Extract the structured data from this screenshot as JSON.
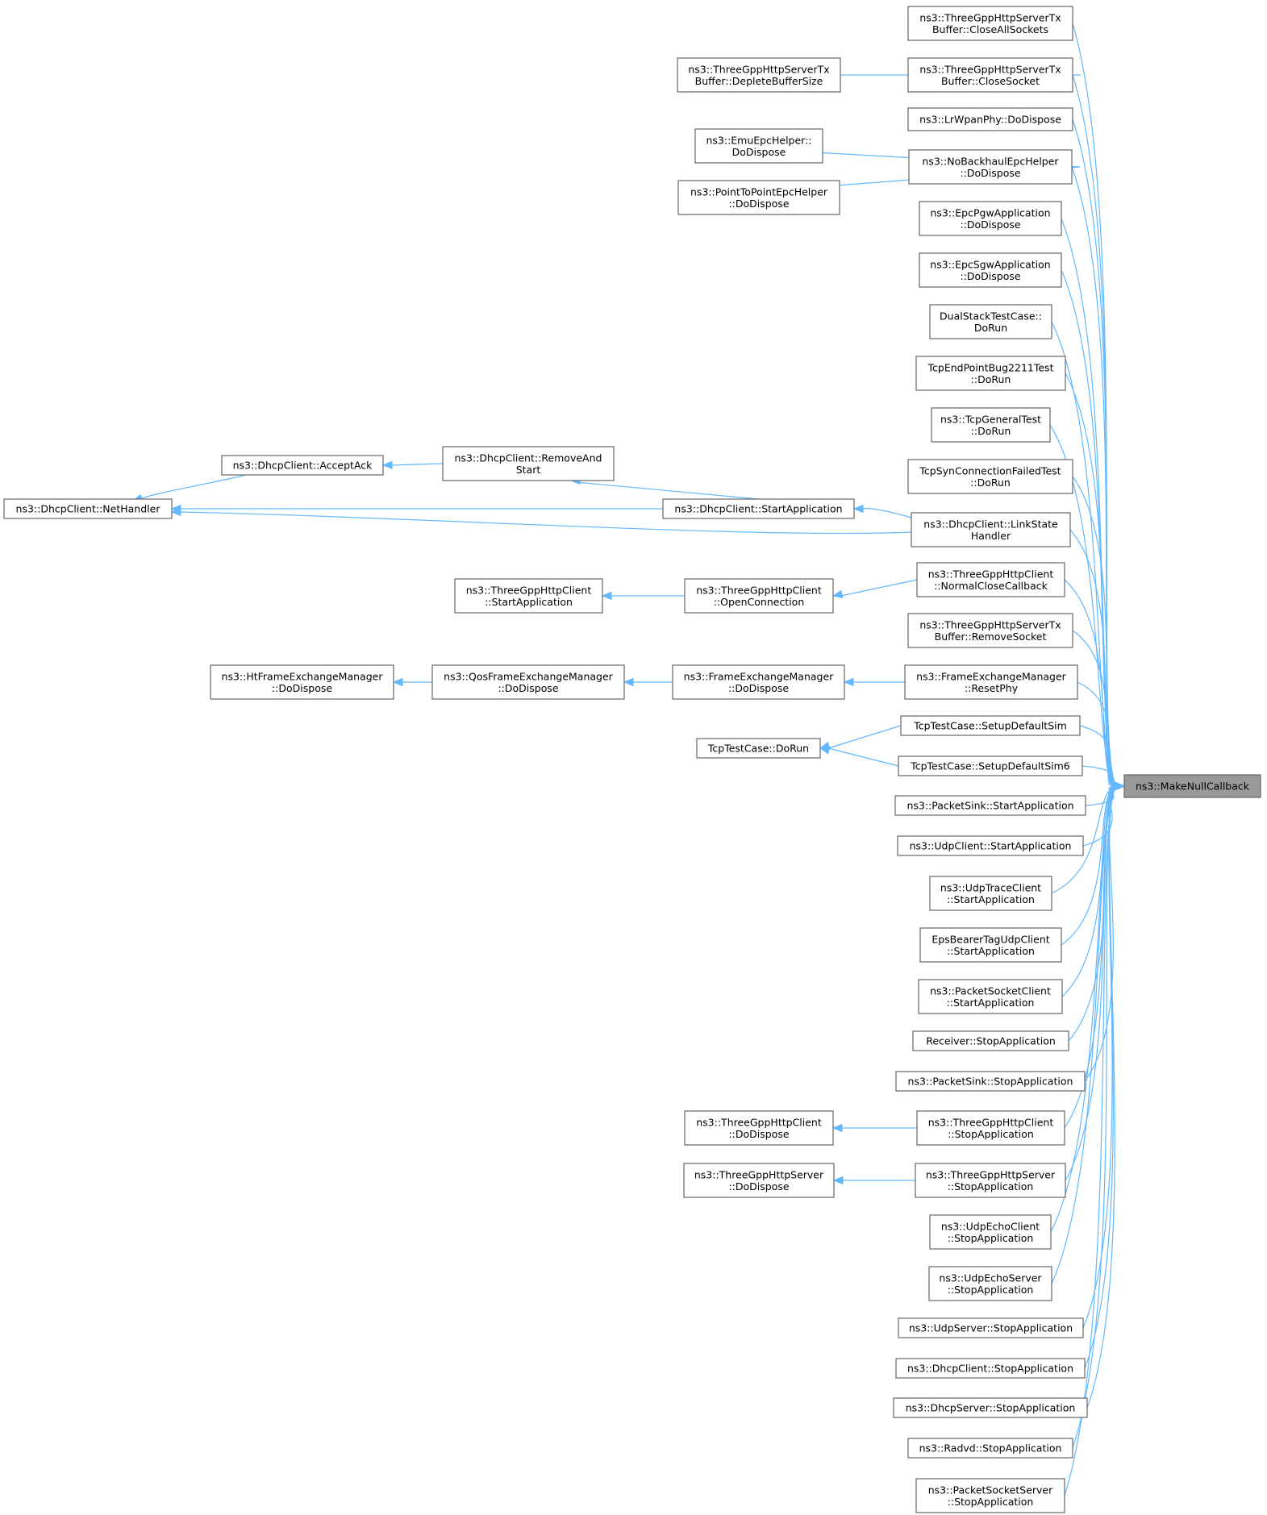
{
  "graph": {
    "root": "MakeNullCallback",
    "nodes": [
      {
        "id": "MakeNullCallback",
        "lines": [
          "ns3::MakeNullCallback"
        ],
        "root": true
      },
      {
        "id": "CloseAllSockets",
        "lines": [
          "ns3::ThreeGppHttpServerTx",
          "Buffer::CloseAllSockets"
        ]
      },
      {
        "id": "CloseSocket",
        "lines": [
          "ns3::ThreeGppHttpServerTx",
          "Buffer::CloseSocket"
        ]
      },
      {
        "id": "DepleteBufferSize",
        "lines": [
          "ns3::ThreeGppHttpServerTx",
          "Buffer::DepleteBufferSize"
        ]
      },
      {
        "id": "LrWpanPhyDoDispose",
        "lines": [
          "ns3::LrWpanPhy::DoDispose"
        ]
      },
      {
        "id": "EmuEpcHelperDoDispose",
        "lines": [
          "ns3::EmuEpcHelper::",
          "DoDispose"
        ]
      },
      {
        "id": "NoBackhaulDoDispose",
        "lines": [
          "ns3::NoBackhaulEpcHelper",
          "::DoDispose"
        ]
      },
      {
        "id": "P2PEpcDoDispose",
        "lines": [
          "ns3::PointToPointEpcHelper",
          "::DoDispose"
        ]
      },
      {
        "id": "EpcPgwDoDispose",
        "lines": [
          "ns3::EpcPgwApplication",
          "::DoDispose"
        ]
      },
      {
        "id": "EpcSgwDoDispose",
        "lines": [
          "ns3::EpcSgwApplication",
          "::DoDispose"
        ]
      },
      {
        "id": "DualStackDoRun",
        "lines": [
          "DualStackTestCase::",
          "DoRun"
        ]
      },
      {
        "id": "TcpEndPointDoRun",
        "lines": [
          "TcpEndPointBug2211Test",
          "::DoRun"
        ]
      },
      {
        "id": "TcpGeneralDoRun",
        "lines": [
          "ns3::TcpGeneralTest",
          "::DoRun"
        ]
      },
      {
        "id": "TcpSynDoRun",
        "lines": [
          "TcpSynConnectionFailedTest",
          "::DoRun"
        ]
      },
      {
        "id": "DhcpAcceptAck",
        "lines": [
          "ns3::DhcpClient::AcceptAck"
        ]
      },
      {
        "id": "DhcpRemoveAndStart",
        "lines": [
          "ns3::DhcpClient::RemoveAnd",
          "Start"
        ]
      },
      {
        "id": "DhcpNetHandler",
        "lines": [
          "ns3::DhcpClient::NetHandler"
        ]
      },
      {
        "id": "DhcpStartApp",
        "lines": [
          "ns3::DhcpClient::StartApplication"
        ]
      },
      {
        "id": "DhcpLinkState",
        "lines": [
          "ns3::DhcpClient::LinkState",
          "Handler"
        ]
      },
      {
        "id": "HttpClientStartApp",
        "lines": [
          "ns3::ThreeGppHttpClient",
          "::StartApplication"
        ]
      },
      {
        "id": "HttpClientOpenConn",
        "lines": [
          "ns3::ThreeGppHttpClient",
          "::OpenConnection"
        ]
      },
      {
        "id": "HttpClientNormalClose",
        "lines": [
          "ns3::ThreeGppHttpClient",
          "::NormalCloseCallback"
        ]
      },
      {
        "id": "RemoveSocket",
        "lines": [
          "ns3::ThreeGppHttpServerTx",
          "Buffer::RemoveSocket"
        ]
      },
      {
        "id": "HtFemDoDispose",
        "lines": [
          "ns3::HtFrameExchangeManager",
          "::DoDispose"
        ]
      },
      {
        "id": "QosFemDoDispose",
        "lines": [
          "ns3::QosFrameExchangeManager",
          "::DoDispose"
        ]
      },
      {
        "id": "FemDoDispose",
        "lines": [
          "ns3::FrameExchangeManager",
          "::DoDispose"
        ]
      },
      {
        "id": "FemResetPhy",
        "lines": [
          "ns3::FrameExchangeManager",
          "::ResetPhy"
        ]
      },
      {
        "id": "TcpSetupSim",
        "lines": [
          "TcpTestCase::SetupDefaultSim"
        ]
      },
      {
        "id": "TcpTestDoRun",
        "lines": [
          "TcpTestCase::DoRun"
        ]
      },
      {
        "id": "TcpSetupSim6",
        "lines": [
          "TcpTestCase::SetupDefaultSim6"
        ]
      },
      {
        "id": "PacketSinkStart",
        "lines": [
          "ns3::PacketSink::StartApplication"
        ]
      },
      {
        "id": "UdpClientStart",
        "lines": [
          "ns3::UdpClient::StartApplication"
        ]
      },
      {
        "id": "UdpTraceClientStart",
        "lines": [
          "ns3::UdpTraceClient",
          "::StartApplication"
        ]
      },
      {
        "id": "EpsBearerStart",
        "lines": [
          "EpsBearerTagUdpClient",
          "::StartApplication"
        ]
      },
      {
        "id": "PacketSocketClientStart",
        "lines": [
          "ns3::PacketSocketClient",
          "::StartApplication"
        ]
      },
      {
        "id": "ReceiverStop",
        "lines": [
          "Receiver::StopApplication"
        ]
      },
      {
        "id": "PacketSinkStop",
        "lines": [
          "ns3::PacketSink::StopApplication"
        ]
      },
      {
        "id": "HttpClientDoDispose",
        "lines": [
          "ns3::ThreeGppHttpClient",
          "::DoDispose"
        ]
      },
      {
        "id": "HttpClientStop",
        "lines": [
          "ns3::ThreeGppHttpClient",
          "::StopApplication"
        ]
      },
      {
        "id": "HttpServerDoDispose",
        "lines": [
          "ns3::ThreeGppHttpServer",
          "::DoDispose"
        ]
      },
      {
        "id": "HttpServerStop",
        "lines": [
          "ns3::ThreeGppHttpServer",
          "::StopApplication"
        ]
      },
      {
        "id": "UdpEchoClientStop",
        "lines": [
          "ns3::UdpEchoClient",
          "::StopApplication"
        ]
      },
      {
        "id": "UdpEchoServerStop",
        "lines": [
          "ns3::UdpEchoServer",
          "::StopApplication"
        ]
      },
      {
        "id": "UdpServerStop",
        "lines": [
          "ns3::UdpServer::StopApplication"
        ]
      },
      {
        "id": "DhcpClientStop",
        "lines": [
          "ns3::DhcpClient::StopApplication"
        ]
      },
      {
        "id": "DhcpServerStop",
        "lines": [
          "ns3::DhcpServer::StopApplication"
        ]
      },
      {
        "id": "RadvdStop",
        "lines": [
          "ns3::Radvd::StopApplication"
        ]
      },
      {
        "id": "PacketSocketServerStop",
        "lines": [
          "ns3::PacketSocketServer",
          "::StopApplication"
        ]
      }
    ],
    "edges": [
      [
        "CloseAllSockets",
        "MakeNullCallback"
      ],
      [
        "CloseSocket",
        "MakeNullCallback"
      ],
      [
        "DepleteBufferSize",
        "CloseSocket"
      ],
      [
        "LrWpanPhyDoDispose",
        "MakeNullCallback"
      ],
      [
        "NoBackhaulDoDispose",
        "MakeNullCallback"
      ],
      [
        "EmuEpcHelperDoDispose",
        "NoBackhaulDoDispose"
      ],
      [
        "P2PEpcDoDispose",
        "NoBackhaulDoDispose"
      ],
      [
        "EpcPgwDoDispose",
        "MakeNullCallback"
      ],
      [
        "EpcSgwDoDispose",
        "MakeNullCallback"
      ],
      [
        "DualStackDoRun",
        "MakeNullCallback"
      ],
      [
        "TcpEndPointDoRun",
        "MakeNullCallback"
      ],
      [
        "TcpGeneralDoRun",
        "MakeNullCallback"
      ],
      [
        "TcpSynDoRun",
        "MakeNullCallback"
      ],
      [
        "DhcpLinkState",
        "MakeNullCallback"
      ],
      [
        "DhcpLinkState",
        "DhcpStartApp"
      ],
      [
        "DhcpLinkState",
        "DhcpNetHandler"
      ],
      [
        "DhcpStartApp",
        "DhcpNetHandler"
      ],
      [
        "DhcpStartApp",
        "DhcpRemoveAndStart"
      ],
      [
        "DhcpRemoveAndStart",
        "DhcpAcceptAck"
      ],
      [
        "DhcpAcceptAck",
        "DhcpNetHandler"
      ],
      [
        "HttpClientNormalClose",
        "MakeNullCallback"
      ],
      [
        "HttpClientNormalClose",
        "HttpClientOpenConn"
      ],
      [
        "HttpClientOpenConn",
        "HttpClientStartApp"
      ],
      [
        "RemoveSocket",
        "MakeNullCallback"
      ],
      [
        "FemResetPhy",
        "MakeNullCallback"
      ],
      [
        "FemResetPhy",
        "FemDoDispose"
      ],
      [
        "FemDoDispose",
        "QosFemDoDispose"
      ],
      [
        "QosFemDoDispose",
        "HtFemDoDispose"
      ],
      [
        "TcpSetupSim",
        "MakeNullCallback"
      ],
      [
        "TcpSetupSim",
        "TcpTestDoRun"
      ],
      [
        "TcpSetupSim6",
        "MakeNullCallback"
      ],
      [
        "TcpSetupSim6",
        "TcpTestDoRun"
      ],
      [
        "PacketSinkStart",
        "MakeNullCallback"
      ],
      [
        "UdpClientStart",
        "MakeNullCallback"
      ],
      [
        "UdpTraceClientStart",
        "MakeNullCallback"
      ],
      [
        "EpsBearerStart",
        "MakeNullCallback"
      ],
      [
        "PacketSocketClientStart",
        "MakeNullCallback"
      ],
      [
        "ReceiverStop",
        "MakeNullCallback"
      ],
      [
        "PacketSinkStop",
        "MakeNullCallback"
      ],
      [
        "HttpClientStop",
        "MakeNullCallback"
      ],
      [
        "HttpClientStop",
        "HttpClientDoDispose"
      ],
      [
        "HttpServerStop",
        "MakeNullCallback"
      ],
      [
        "HttpServerStop",
        "HttpServerDoDispose"
      ],
      [
        "UdpEchoClientStop",
        "MakeNullCallback"
      ],
      [
        "UdpEchoServerStop",
        "MakeNullCallback"
      ],
      [
        "UdpServerStop",
        "MakeNullCallback"
      ],
      [
        "DhcpClientStop",
        "MakeNullCallback"
      ],
      [
        "DhcpServerStop",
        "MakeNullCallback"
      ],
      [
        "RadvdStop",
        "MakeNullCallback"
      ],
      [
        "PacketSocketServerStop",
        "MakeNullCallback"
      ]
    ]
  }
}
